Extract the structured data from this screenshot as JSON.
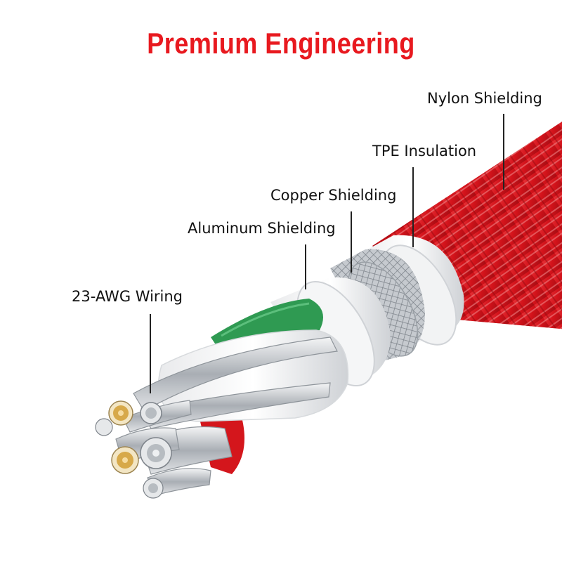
{
  "title": "Premium Engineering",
  "labels": {
    "nylon": "Nylon Shielding",
    "tpe": "TPE Insulation",
    "copper": "Copper Shielding",
    "aluminum": "Aluminum Shielding",
    "awg": "23-AWG Wiring"
  },
  "colors": {
    "title": "#e8191f",
    "braid": "#d8131b",
    "green_wire": "#2f9a52",
    "red_wire": "#d4161c",
    "copper_strands": "#d7a94a",
    "silver": "#c8ccd0"
  }
}
